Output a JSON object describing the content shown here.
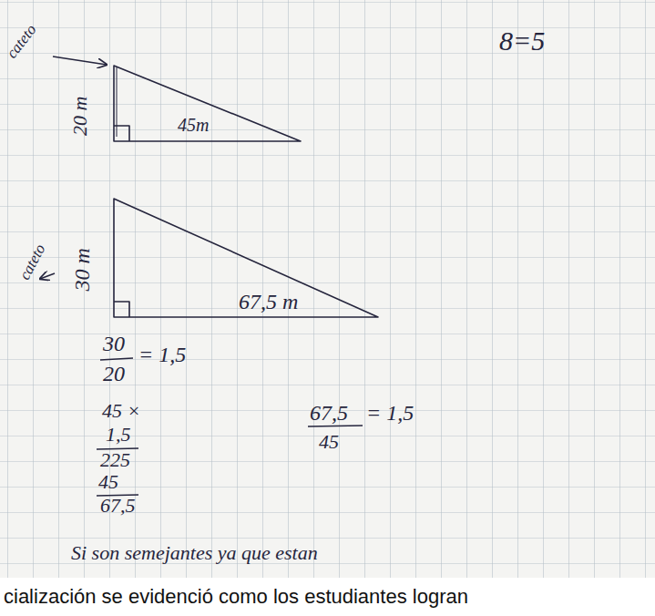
{
  "diagram": {
    "labels": [
      "8=5",
      "cateto",
      "20 m",
      "45m",
      "cateto",
      "30 m",
      "67,5 m",
      "30",
      "20",
      "= 1,5",
      "45 ×",
      "1,5",
      "225",
      "45",
      "67,5",
      "67,5",
      "45",
      "= 1,5",
      "Si son semejantes ya que estan",
      "cialización se evidenció como los estudiantes logran"
    ]
  }
}
